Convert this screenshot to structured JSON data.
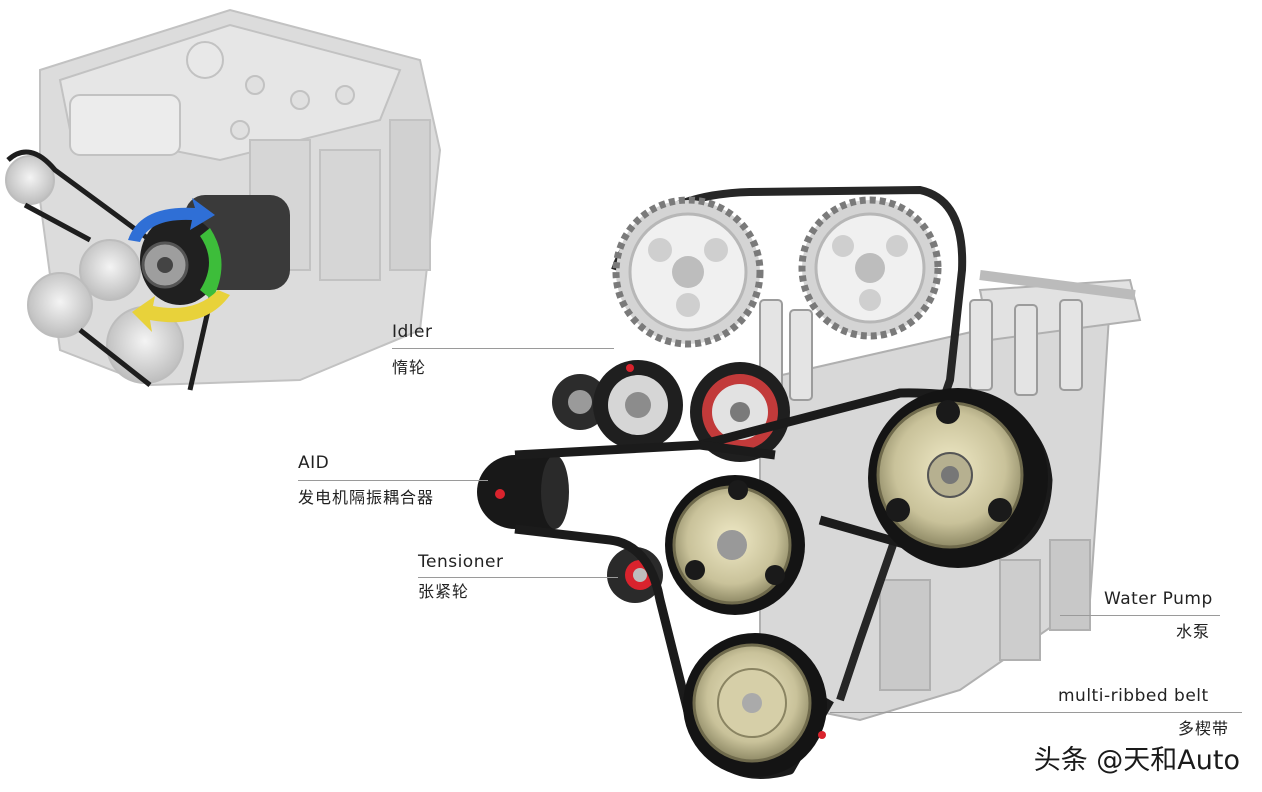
{
  "labels": {
    "idler": {
      "en": "Idler",
      "zh": "惰轮"
    },
    "aid": {
      "en": "AID",
      "zh": "发电机隔振耦合器"
    },
    "tensioner": {
      "en": "Tensioner",
      "zh": "张紧轮"
    },
    "water_pump": {
      "en": "Water Pump",
      "zh": "水泵"
    },
    "belt": {
      "en": "multi-ribbed belt",
      "zh": "多楔带"
    }
  },
  "watermark": "头条 @天和Auto",
  "colors": {
    "engine_gray": "#d9d9d9",
    "pulley_gold": "#c9c29a",
    "belt_black": "#1b1b1b",
    "accent_red": "#d9232d",
    "arrow_blue": "#2f6fd6",
    "arrow_green": "#3dbd3a",
    "arrow_yellow": "#e8d23a"
  }
}
